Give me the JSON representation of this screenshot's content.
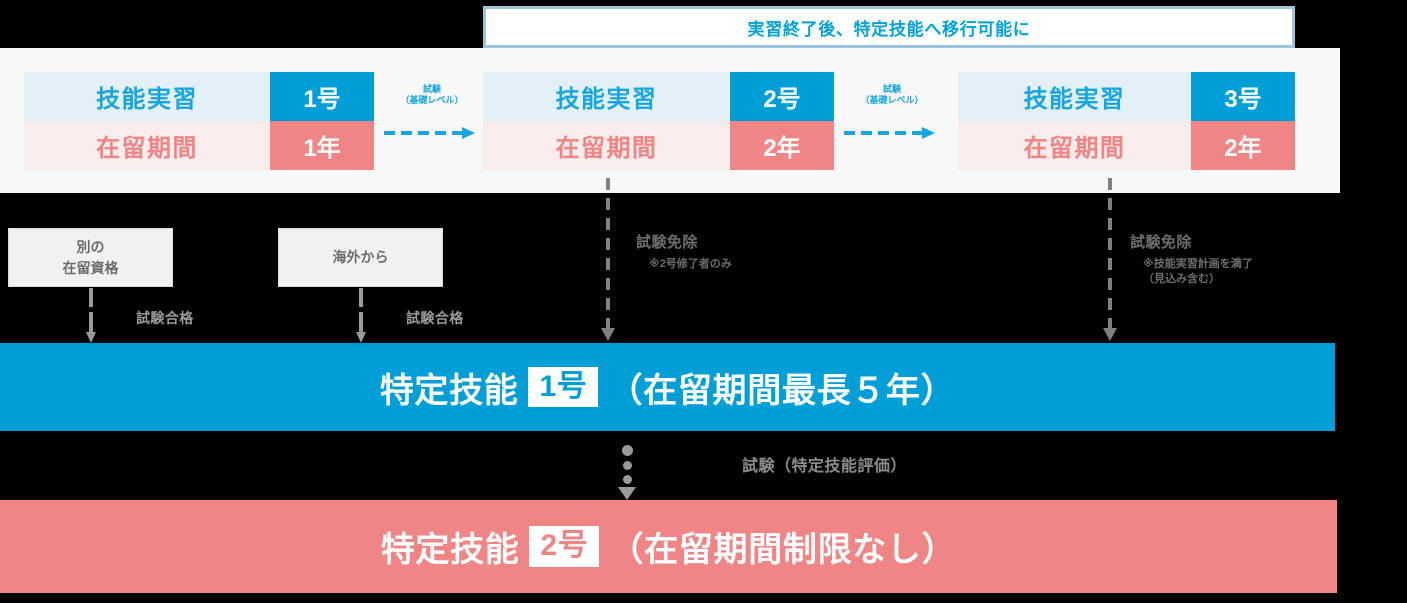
{
  "banner": {
    "text": "実習終了後、特定技能へ移行可能に"
  },
  "training": {
    "stages": [
      {
        "program_label": "技能実習",
        "program_value": "1号",
        "period_label": "在留期間",
        "period_value": "1年"
      },
      {
        "program_label": "技能実習",
        "program_value": "2号",
        "period_label": "在留期間",
        "period_value": "2年"
      },
      {
        "program_label": "技能実習",
        "program_value": "3号",
        "period_label": "在留期間",
        "period_value": "2年"
      }
    ],
    "exam_arrows": [
      {
        "line1": "試験",
        "line2": "（基礎レベル）"
      },
      {
        "line1": "試験",
        "line2": "（基礎レベル）"
      }
    ]
  },
  "entries": [
    {
      "label": "別の\n在留資格",
      "condition": "試験合格"
    },
    {
      "label": "海外から",
      "condition": "試験合格"
    }
  ],
  "exemptions": [
    {
      "heading": "試験免除",
      "note": "※2号修了者のみ"
    },
    {
      "heading": "試験免除",
      "note": "※技能実習計画を満了\n（見込み含む）"
    }
  ],
  "bars": {
    "ssw1": {
      "prefix": "特定技能",
      "chip": "1号",
      "suffix": "（在留期間最長５年）"
    },
    "ssw2": {
      "prefix": "特定技能",
      "chip": "2号",
      "suffix": "（在留期間制限なし）"
    }
  },
  "transition": {
    "label": "試験（特定技能評価）"
  },
  "colors": {
    "blue": "#009ed6",
    "pink": "#ef8585",
    "blue_light": "#e3f0f7",
    "pink_light": "#f8ecec",
    "gray": "#9a9a9a",
    "banner_border": "#9cc5d9",
    "panel_bg": "#f8f8f8"
  }
}
